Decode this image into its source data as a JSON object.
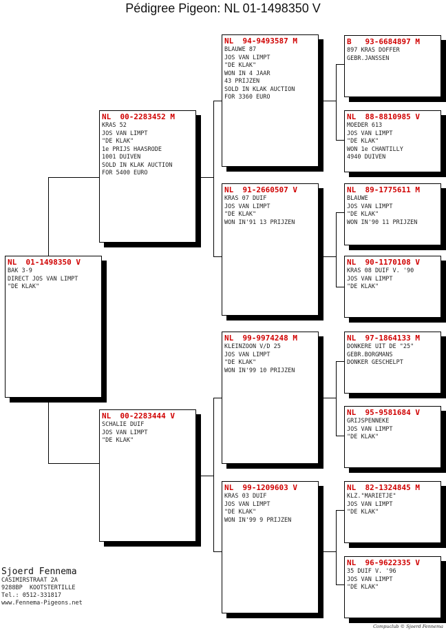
{
  "title": "Pédigree Pigeon: NL  01-1498350 V",
  "pigeons": [
    {
      "id": "NL  01-1498350 V",
      "lines": [
        "BAK 3-9",
        "DIRECT JOS VAN LIMPT",
        "\"DE KLAK\""
      ]
    },
    {
      "id": "NL  00-2283452 M",
      "lines": [
        "KRAS 52",
        "JOS VAN LIMPT",
        "\"DE KLAK\"",
        "1e PRIJS HAASRODE",
        "1001 DUIVEN",
        "SOLD IN KLAK AUCTION",
        "FOR 5400 EURO"
      ]
    },
    {
      "id": "NL  00-2283444 V",
      "lines": [
        "SCHALIE DUIF",
        "JOS VAN LIMPT",
        "\"DE KLAK\""
      ]
    },
    {
      "id": "NL  94-9493587 M",
      "lines": [
        "BLAUWE 87",
        "JOS VAN LIMPT",
        "\"DE KLAK\"",
        "WON IN 4 JAAR",
        "43 PRIJZEN",
        "SOLD IN KLAK AUCTION",
        "FOR 3360 EURO"
      ]
    },
    {
      "id": "NL  91-2660507 V",
      "lines": [
        "KRAS 07 DUIF",
        "JOS VAN LIMPT",
        "\"DE KLAK\"",
        "WON IN'91 13 PRIJZEN"
      ]
    },
    {
      "id": "NL  99-9974248 M",
      "lines": [
        "KLEINZOON V/D 25",
        "JOS VAN LIMPT",
        "\"DE KLAK\"",
        "WON IN'99 10 PRIJZEN"
      ]
    },
    {
      "id": "NL  99-1209603 V",
      "lines": [
        "KRAS 03 DUIF",
        "JOS VAN LIMPT",
        "\"DE KLAK\"",
        "WON IN'99 9 PRIJZEN"
      ]
    },
    {
      "id": "B   93-6684897 M",
      "lines": [
        "897 KRAS DOFFER",
        "GEBR.JANSSEN"
      ]
    },
    {
      "id": "NL  88-8810985 V",
      "lines": [
        "MOEDER 613",
        "JOS VAN LIMPT",
        "\"DE KLAK\"",
        "WON 1e CHANTILLY",
        "4940 DUIVEN"
      ]
    },
    {
      "id": "NL  89-1775611 M",
      "lines": [
        "BLAUWE",
        "JOS VAN LIMPT",
        "\"DE KLAK\"",
        "WON IN'90 11 PRIJZEN"
      ]
    },
    {
      "id": "NL  90-1170108 V",
      "lines": [
        "KRAS 08 DUIF V. '90",
        "JOS VAN LIMPT",
        "\"DE KLAK\""
      ]
    },
    {
      "id": "NL  97-1864133 M",
      "lines": [
        "DONKERE UIT DE \"25\"",
        "GEBR.BORGMANS",
        "DONKER GESCHELPT"
      ]
    },
    {
      "id": "NL  95-9581684 V",
      "lines": [
        "GRIJSPENNEKE",
        "JOS VAN LIMPT",
        "\"DE KLAK\""
      ]
    },
    {
      "id": "NL  82-1324845 M",
      "lines": [
        "KLZ.\"MARIETJE\"",
        "JOS VAN LIMPT",
        "\"DE KLAK\""
      ]
    },
    {
      "id": "NL  96-9622335 V",
      "lines": [
        "35 DUIF V. '96",
        "JOS VAN LIMPT",
        "\"DE KLAK\""
      ]
    }
  ],
  "breeder": {
    "name": "Sjoerd Fennema",
    "lines": [
      "CASIMIRSTRAAT 2A",
      "9288BP  KOOTSTERTILLE",
      "Tel.: 0512-331817",
      "www.Fennema-Pigeons.net"
    ]
  },
  "credit": "Compuclub © Sjoerd Fennema"
}
